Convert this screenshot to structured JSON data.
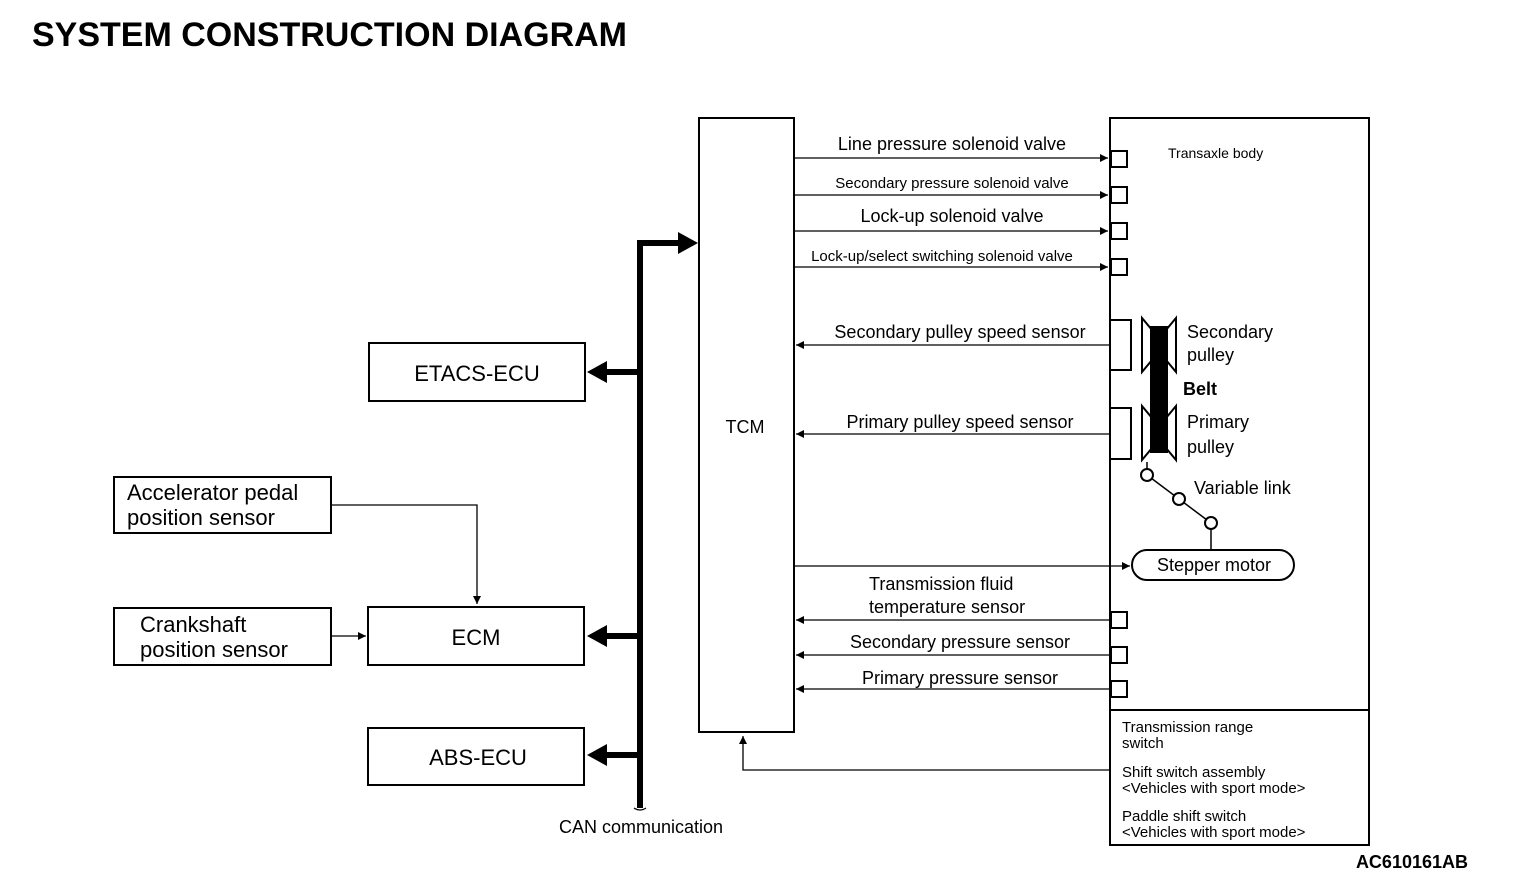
{
  "title": "SYSTEM CONSTRUCTION DIAGRAM",
  "figure_code": "AC610161AB",
  "tcm": "TCM",
  "transaxle_body": "Transaxle body",
  "can_label": "CAN communication",
  "ecus": {
    "etacs": "ETACS-ECU",
    "ecm": "ECM",
    "abs": "ABS-ECU"
  },
  "inputs": {
    "accelerator": [
      "Accelerator pedal",
      "position sensor"
    ],
    "crankshaft": [
      "Crankshaft",
      "position sensor"
    ]
  },
  "outputs": {
    "line_pressure": "Line pressure solenoid valve",
    "secondary_pressure_valve": "Secondary pressure solenoid valve",
    "lockup": "Lock-up solenoid valve",
    "lockup_select": "Lock-up/select switching solenoid valve"
  },
  "sensors": {
    "secondary_pulley_speed": "Secondary pulley speed sensor",
    "primary_pulley_speed": "Primary pulley speed sensor",
    "fluid_temp": [
      "Transmission fluid",
      "temperature sensor"
    ],
    "secondary_pressure": "Secondary pressure sensor",
    "primary_pressure": "Primary pressure sensor"
  },
  "mechanism": {
    "secondary_pulley": [
      "Secondary",
      "pulley"
    ],
    "belt": "Belt",
    "primary_pulley": [
      "Primary",
      "pulley"
    ],
    "variable_link": "Variable link",
    "stepper_motor": "Stepper motor"
  },
  "switches": {
    "range": [
      "Transmission range",
      "switch"
    ],
    "shift": [
      "Shift switch assembly",
      "<Vehicles with sport mode>"
    ],
    "paddle": [
      "Paddle shift switch",
      "<Vehicles with sport mode>"
    ]
  }
}
